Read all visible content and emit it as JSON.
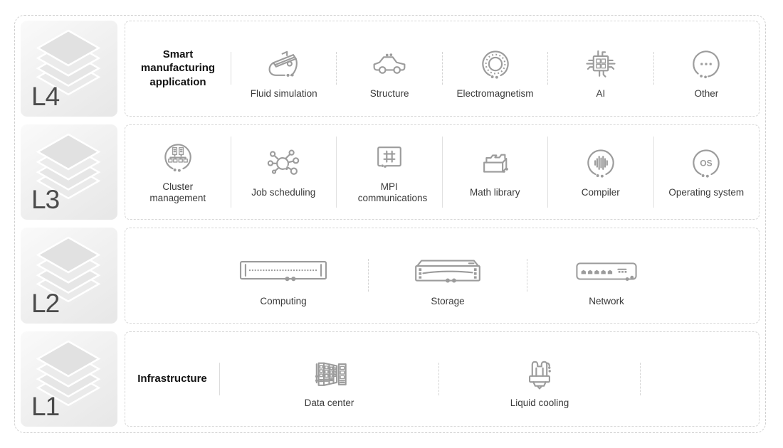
{
  "colors": {
    "background": "#ffffff",
    "icon_stroke": "#9c9c9c",
    "item_label_text": "#3a3a3a",
    "group_label_text": "#121212",
    "badge_text": "#4b4b4b",
    "badge_gradient_start": "#fafafa",
    "badge_gradient_end": "#e7e7e7",
    "dashed_border": "#d4d4d4",
    "solid_divider": "#dcdcdc"
  },
  "rows": [
    {
      "badge": "L4",
      "group_label": "Smart manufacturing application",
      "items": [
        {
          "icon": "ship-icon",
          "label": "Fluid simulation"
        },
        {
          "icon": "car-icon",
          "label": "Structure"
        },
        {
          "icon": "bearing-icon",
          "label": "Electromagnetism"
        },
        {
          "icon": "chip-icon",
          "label": "AI"
        },
        {
          "icon": "ellipsis-circle-icon",
          "label": "Other"
        }
      ]
    },
    {
      "badge": "L3",
      "items": [
        {
          "icon": "cluster-circle-icon",
          "label": "Cluster management"
        },
        {
          "icon": "nodes-icon",
          "label": "Job scheduling"
        },
        {
          "icon": "grid-box-icon",
          "label": "MPI communications"
        },
        {
          "icon": "file-box-icon",
          "label": "Math library"
        },
        {
          "icon": "waveform-circle-icon",
          "label": "Compiler"
        },
        {
          "icon": "os-circle-icon",
          "label": "Operating system"
        }
      ]
    },
    {
      "badge": "L2",
      "items": [
        {
          "icon": "server-rack-icon",
          "label": "Computing"
        },
        {
          "icon": "storage-array-icon",
          "label": "Storage"
        },
        {
          "icon": "network-switch-icon",
          "label": "Network"
        }
      ]
    },
    {
      "badge": "L1",
      "group_label": "Infrastructure",
      "items": [
        {
          "icon": "data-center-icon",
          "label": "Data center"
        },
        {
          "icon": "cooling-tower-icon",
          "label": "Liquid cooling"
        }
      ]
    }
  ]
}
